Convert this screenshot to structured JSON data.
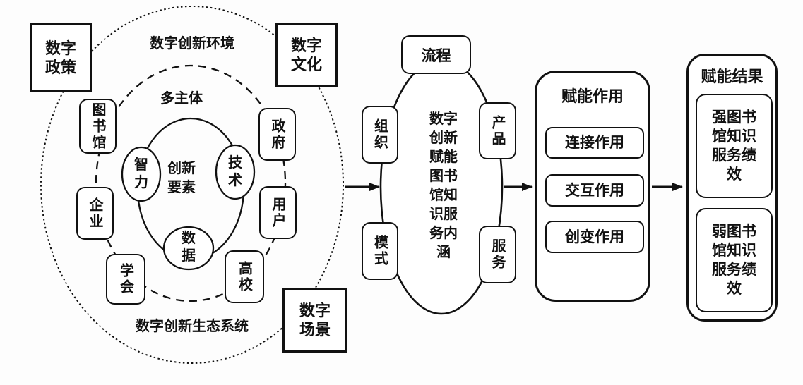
{
  "ecosystem": {
    "environment_label": "数字创新环境",
    "system_label": "数字创新生态系统",
    "multi_subject_label": "多主体",
    "core_elements_label": "创新要素",
    "factor_intelligence": "智力",
    "factor_technology": "技术",
    "factor_data": "数据",
    "subject_library": "图书馆",
    "subject_government": "政府",
    "subject_enterprise": "企业",
    "subject_user": "用户",
    "subject_society": "学会",
    "subject_university": "高校",
    "corner_policy": "数字政策",
    "corner_culture": "数字文化",
    "corner_scene": "数字场景"
  },
  "connotation": {
    "title": "数字创新赋能图书馆知识服务内涵",
    "node_process": "流程",
    "node_organization": "组织",
    "node_product": "产品",
    "node_mode": "模式",
    "node_service": "服务"
  },
  "effects": {
    "title": "赋能作用",
    "items": [
      "连接作用",
      "交互作用",
      "创变作用"
    ]
  },
  "results": {
    "title": "赋能结果",
    "items": [
      "强图书馆知识服务绩效",
      "弱图书馆知识服务绩效"
    ]
  }
}
